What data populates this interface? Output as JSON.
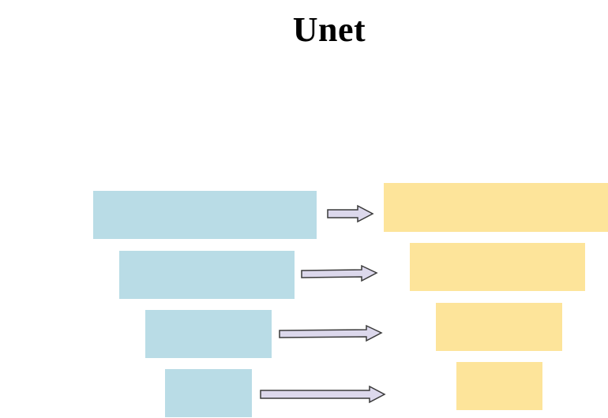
{
  "title": "Unet",
  "colors": {
    "encoder_fill": "#b9dce6",
    "decoder_fill": "#fde49a",
    "arrow_fill": "#dcd8ec",
    "arrow_stroke": "#3a3a3a"
  },
  "encoder_levels": 4,
  "decoder_levels": 4,
  "skip_connections": 4
}
